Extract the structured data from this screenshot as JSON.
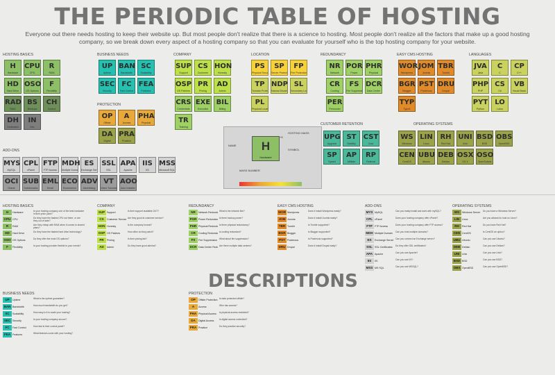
{
  "header": {
    "title": "THE PERIODIC TABLE OF HOSTING",
    "intro": "Everyone out there needs hosting to keep their website up. But most people don't realize that there is a science to hosting. Most people don't realize all the factors that make up a good hosting company, so we break down every aspect of a hosting company so that you can evaluate for yourself who is the top hosting company for your website."
  },
  "groups": {
    "hosting_basics": "HOSTING BASICS",
    "business_needs": "BUSINESS NEEDS",
    "company": "COMPANY",
    "location": "LOCATION",
    "redundancy": "REDUNDANCY",
    "easy_cms": "EASY CMS HOSTING",
    "languages": "LANGUAGES",
    "protection": "PROTECTION",
    "customer_retention": "CUSTOMER RETENTION",
    "operating_systems": "OPERATING SYSTEMS",
    "add_ons": "ADD-ONS"
  },
  "tiles": {
    "basics": [
      {
        "sym": "H",
        "name": "Hardware"
      },
      {
        "sym": "CPU",
        "name": "CPU"
      },
      {
        "sym": "R",
        "name": "RAM"
      },
      {
        "sym": "HD",
        "name": "Hard Drive"
      },
      {
        "sym": "OSO",
        "name": "OS Options"
      },
      {
        "sym": "F",
        "name": "Flexibility"
      },
      {
        "sym": "RAD",
        "name": "RAID"
      },
      {
        "sym": "BS",
        "name": "Backups"
      },
      {
        "sym": "CH",
        "name": "Control"
      },
      {
        "sym": "DH",
        "name": "Dedicated"
      },
      {
        "sym": "IN",
        "name": "Info"
      }
    ],
    "business": [
      {
        "sym": "UP",
        "name": "Uptime"
      },
      {
        "sym": "BAN",
        "name": "Bandwidth"
      },
      {
        "sym": "SC",
        "name": "Scalability"
      },
      {
        "sym": "SEC",
        "name": "Security"
      },
      {
        "sym": "FC",
        "name": "Fast Control"
      },
      {
        "sym": "FEA",
        "name": "Features"
      }
    ],
    "protection": [
      {
        "sym": "OP",
        "name": "Offsite"
      },
      {
        "sym": "A",
        "name": "Access"
      },
      {
        "sym": "PHA",
        "name": "Physical"
      },
      {
        "sym": "DA",
        "name": "Digital"
      },
      {
        "sym": "PRA",
        "name": "Practice"
      }
    ],
    "company": [
      {
        "sym": "SUP",
        "name": "Support"
      },
      {
        "sym": "CS",
        "name": "Customer"
      },
      {
        "sym": "HON",
        "name": "Honesty"
      },
      {
        "sym": "OSP",
        "name": "OS Patches"
      },
      {
        "sym": "PR",
        "name": "Pricing"
      },
      {
        "sym": "AD",
        "name": "Admin"
      },
      {
        "sym": "CRS",
        "name": "Credentials"
      },
      {
        "sym": "EXE",
        "name": "Executive"
      },
      {
        "sym": "BIL",
        "name": "Billing"
      },
      {
        "sym": "TR",
        "name": "Training"
      }
    ],
    "location": [
      {
        "sym": "PS",
        "name": "Physical Security"
      },
      {
        "sym": "SP",
        "name": "Server Protection"
      },
      {
        "sym": "FP",
        "name": "Fire Protection"
      },
      {
        "sym": "TP",
        "name": "Tornado Protection"
      },
      {
        "sym": "NDP",
        "name": "Natural Disaster"
      },
      {
        "sym": "SL",
        "name": "Secondary Location"
      },
      {
        "sym": "PL",
        "name": "Physical Location"
      }
    ],
    "redundancy": [
      {
        "sym": "NR",
        "name": "Network"
      },
      {
        "sym": "POR",
        "name": "Power"
      },
      {
        "sym": "PHR",
        "name": "Physical"
      },
      {
        "sym": "CR",
        "name": "Cooling"
      },
      {
        "sym": "FS",
        "name": "Fire Suppression"
      },
      {
        "sym": "DCR",
        "name": "Data Center"
      },
      {
        "sym": "PER",
        "name": "Personnel"
      }
    ],
    "cms": [
      {
        "sym": "WOR",
        "name": "Wordpress"
      },
      {
        "sym": "JOM",
        "name": "Joomla"
      },
      {
        "sym": "TBR",
        "name": "Tumblr"
      },
      {
        "sym": "BGR",
        "name": "Blogger"
      },
      {
        "sym": "PST",
        "name": "Posterous"
      },
      {
        "sym": "DRU",
        "name": "Drupal"
      },
      {
        "sym": "TYP",
        "name": "Typo3"
      }
    ],
    "languages": [
      {
        "sym": "JVA",
        "name": "Java"
      },
      {
        "sym": "C",
        "name": "C"
      },
      {
        "sym": "CP",
        "name": "C++"
      },
      {
        "sym": "PHP",
        "name": "PHP"
      },
      {
        "sym": "CS",
        "name": "C#"
      },
      {
        "sym": "VB",
        "name": "Visual Basic"
      },
      {
        "sym": "PYT",
        "name": "Python"
      },
      {
        "sym": "LO",
        "name": "Lotus"
      }
    ],
    "retention": [
      {
        "sym": "UPG",
        "name": "Upgrade"
      },
      {
        "sym": "ST",
        "name": "Stability"
      },
      {
        "sym": "CST",
        "name": "Cost"
      },
      {
        "sym": "SP",
        "name": "Speed"
      },
      {
        "sym": "AP",
        "name": "Affiliate"
      },
      {
        "sym": "RP",
        "name": "Referral"
      }
    ],
    "os": [
      {
        "sym": "WS",
        "name": "Windows"
      },
      {
        "sym": "LIN",
        "name": "Linux"
      },
      {
        "sym": "RH",
        "name": "Red Hat"
      },
      {
        "sym": "UNI",
        "name": "Unix"
      },
      {
        "sym": "BSD",
        "name": "BSD"
      },
      {
        "sym": "OBS",
        "name": "OpenBSD"
      },
      {
        "sym": "CEN",
        "name": "CentOS"
      },
      {
        "sym": "UBU",
        "name": "Ubuntu"
      },
      {
        "sym": "DEB",
        "name": "Debian"
      },
      {
        "sym": "OSX",
        "name": "OS X"
      },
      {
        "sym": "OSO",
        "name": "OpenSolaris"
      }
    ],
    "addons": [
      {
        "sym": "MYS",
        "name": "MySQL"
      },
      {
        "sym": "CPL",
        "name": "cPanel"
      },
      {
        "sym": "FTP",
        "name": "FTP Access"
      },
      {
        "sym": "MDH",
        "name": "Multiple Domain"
      },
      {
        "sym": "ES",
        "name": "Exchange Server"
      },
      {
        "sym": "SSL",
        "name": "SSL"
      },
      {
        "sym": "APA",
        "name": "Apache"
      },
      {
        "sym": "IIS",
        "name": "IIS"
      },
      {
        "sym": "MSS",
        "name": "Microsoft SQL"
      },
      {
        "sym": "OCI",
        "name": "Oracle"
      },
      {
        "sym": "SUB",
        "name": "Subdomains"
      },
      {
        "sym": "EML",
        "name": "Email"
      },
      {
        "sym": "ECO",
        "name": "Ecommerce"
      },
      {
        "sym": "ADV",
        "name": "Advertising"
      },
      {
        "sym": "VT",
        "name": "Video Tutorials"
      },
      {
        "sym": "AOO",
        "name": "Auto Installer"
      }
    ]
  },
  "legend": {
    "sym": "H",
    "name": "Hardware",
    "number": "+5",
    "hosting_mass": "HOSTING MASS",
    "name_label": "NAME",
    "symbol_label": "SYMBOL",
    "mass_number": "MASS NUMBER"
  },
  "descriptions": {
    "title": "DESCRIPTIONS",
    "basics": [
      {
        "s": "H",
        "n": "Hardware",
        "q": "Is your hosting company one of the best hardware in their price point?"
      },
      {
        "s": "CPU",
        "n": "CPU",
        "q": "Do they have the fastest CPU out there, or are they out of date?"
      },
      {
        "s": "R",
        "n": "RAM",
        "q": "Are they cheap with RAM when it comes to shared plans?"
      },
      {
        "s": "HD",
        "n": "Hard Drive",
        "q": "Do they have the fastest hard drive technology?"
      },
      {
        "s": "OSO",
        "n": "OS Options",
        "q": "Do they offer the most OS options?"
      },
      {
        "s": "F",
        "n": "Flexibility",
        "q": "Is your hosting provider flexible to your needs?"
      }
    ],
    "business": [
      {
        "s": "UP",
        "n": "Uptime",
        "q": "What is the uptime guarantee?"
      },
      {
        "s": "BAN",
        "n": "Bandwidth",
        "q": "How much bandwidth do you get?"
      },
      {
        "s": "SC",
        "n": "Scalability",
        "q": "How easy is it to scale your hosting?"
      },
      {
        "s": "SEC",
        "n": "Security",
        "q": "Is your hosting company secure?"
      },
      {
        "s": "FC",
        "n": "Fast Control",
        "q": "How fast is their control panel?"
      },
      {
        "s": "FEA",
        "n": "Features",
        "q": "What features come with your hosting?"
      }
    ],
    "company": [
      {
        "s": "SUP",
        "n": "Support",
        "q": "Is their support available 24/7?"
      },
      {
        "s": "CS",
        "n": "Customer Service",
        "q": "Are they good at customer service?"
      },
      {
        "s": "HON",
        "n": "Honesty",
        "q": "Is the company honest?"
      },
      {
        "s": "OSP",
        "n": "OS Patches",
        "q": "How often do they patch?"
      },
      {
        "s": "PR",
        "n": "Pricing",
        "q": "Is their pricing fair?"
      },
      {
        "s": "AD",
        "n": "Admin",
        "q": "Do they have good admins?"
      }
    ],
    "protection": [
      {
        "s": "OP",
        "n": "Offsite Protection",
        "q": "Is data protected offsite?"
      },
      {
        "s": "A",
        "n": "Access",
        "q": "Who has access?"
      },
      {
        "s": "PHA",
        "n": "Physical Access",
        "q": "Is physical access restricted?"
      },
      {
        "s": "DA",
        "n": "Digital Access",
        "q": "Is digital access controlled?"
      },
      {
        "s": "PRA",
        "n": "Practice",
        "q": "Do they practice security?"
      }
    ],
    "redundancy": [
      {
        "s": "NR",
        "n": "Network Redundancy",
        "q": "What is the network like?"
      },
      {
        "s": "POR",
        "n": "Power Redundancy",
        "q": "Is there backup power?"
      },
      {
        "s": "PHR",
        "n": "Physical Redundancy",
        "q": "Is there physical redundancy?"
      },
      {
        "s": "CR",
        "n": "Cooling Redundancy",
        "q": "Is cooling redundant?"
      },
      {
        "s": "FS",
        "n": "Fire Suppression",
        "q": "What about fire suppression?"
      },
      {
        "s": "DCR",
        "n": "Data Center Redundancy",
        "q": "Are there multiple data centers?"
      }
    ],
    "cms": [
      {
        "s": "WOR",
        "n": "Wordpress",
        "q": "Does it install Wordpress easily?"
      },
      {
        "s": "JOM",
        "n": "Joomla",
        "q": "Does it install Joomla easily?"
      },
      {
        "s": "TBR",
        "n": "Tumblr",
        "q": "Is Tumblr supported?"
      },
      {
        "s": "BGR",
        "n": "Blogger",
        "q": "Is Blogger supported?"
      },
      {
        "s": "PST",
        "n": "Posterous",
        "q": "Is Posterous supported?"
      },
      {
        "s": "DRU",
        "n": "Drupal",
        "q": "Does it install Drupal easily?"
      }
    ],
    "addons": [
      {
        "s": "MYS",
        "n": "MySQL",
        "q": "Can you easily install and work with mySQL?"
      },
      {
        "s": "CPL",
        "n": "cPanel",
        "q": "Does your hosting company offer cPanel?"
      },
      {
        "s": "FTP",
        "n": "FTP Access",
        "q": "Does your hosting company offer FTP access?"
      },
      {
        "s": "MDH",
        "n": "Multiple Domain",
        "q": "Can you host multiple domains?"
      },
      {
        "s": "ES",
        "n": "Exchange Server",
        "q": "Can you connect an Exchange server?"
      },
      {
        "s": "SSL",
        "n": "SSL Certificates",
        "q": "Do they offer SSL certificates?"
      },
      {
        "s": "APA",
        "n": "Apache",
        "q": "Can you use Apache?"
      },
      {
        "s": "IIS",
        "n": "IIS",
        "q": "Can you use IIS?"
      },
      {
        "s": "MSS",
        "n": "MS SQL",
        "q": "Can you use MSSQL?"
      }
    ],
    "os": [
      {
        "s": "WS",
        "n": "Windows Server",
        "q": "Do you have a Windows Server?"
      },
      {
        "s": "LIN",
        "n": "Linux",
        "q": "Are you allowed to host on Linux?"
      },
      {
        "s": "RH",
        "n": "Red Hat",
        "q": "Do you have Red Hat?"
      },
      {
        "s": "CEN",
        "n": "CentOS",
        "q": "Is CentOS an option?"
      },
      {
        "s": "UBU",
        "n": "Ubuntu",
        "q": "Can you use Ubuntu?"
      },
      {
        "s": "DEB",
        "n": "Debian",
        "q": "Can you use Debian?"
      },
      {
        "s": "UNI",
        "n": "Unix",
        "q": "Can you use Unix?"
      },
      {
        "s": "BSD",
        "n": "BSD",
        "q": "Can you use BSD?"
      },
      {
        "s": "OBS",
        "n": "OpenBSD",
        "q": "Can you use OpenBSD?"
      }
    ]
  },
  "colors": {
    "basic": "#8dbf66",
    "business": "#26c0b0",
    "company": "#bde04a",
    "location": "#f7d13a",
    "cms": "#e08a2a",
    "languages": "#c9d25e",
    "os": "#9aa24a"
  }
}
